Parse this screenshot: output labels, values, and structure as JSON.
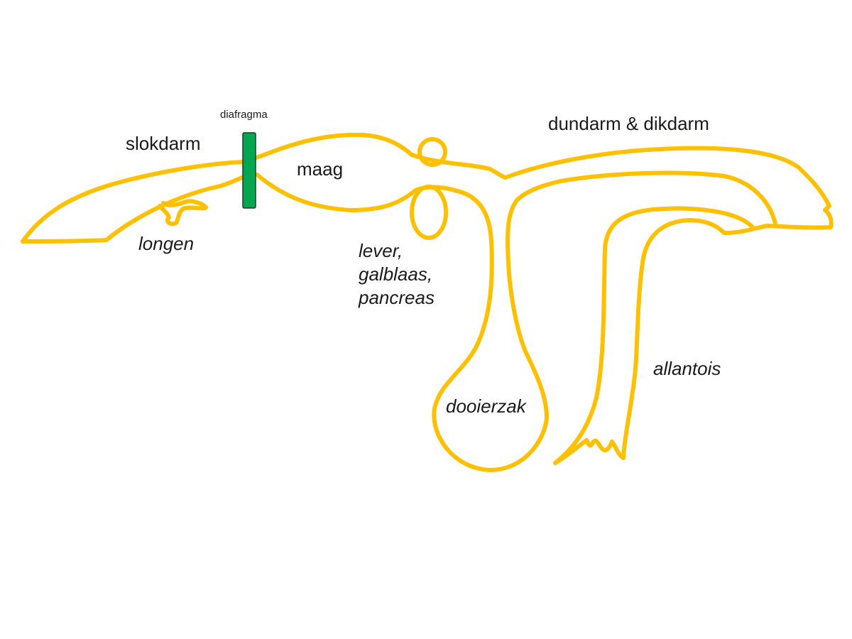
{
  "colors": {
    "gut": "#FFC000",
    "diaphragm_fill": "#00A650",
    "diaphragm_stroke": "#1F3B26",
    "text": "#1a1a1a"
  },
  "labels": {
    "diafragma": "diafragma",
    "slokdarm": "slokdarm",
    "maag": "maag",
    "longen": "longen",
    "lever_group": "lever,\ngalblaas,\npancreas",
    "dundarm": "dundarm & dikdarm",
    "dooierzak": "dooierzak",
    "allantois": "allantois"
  }
}
